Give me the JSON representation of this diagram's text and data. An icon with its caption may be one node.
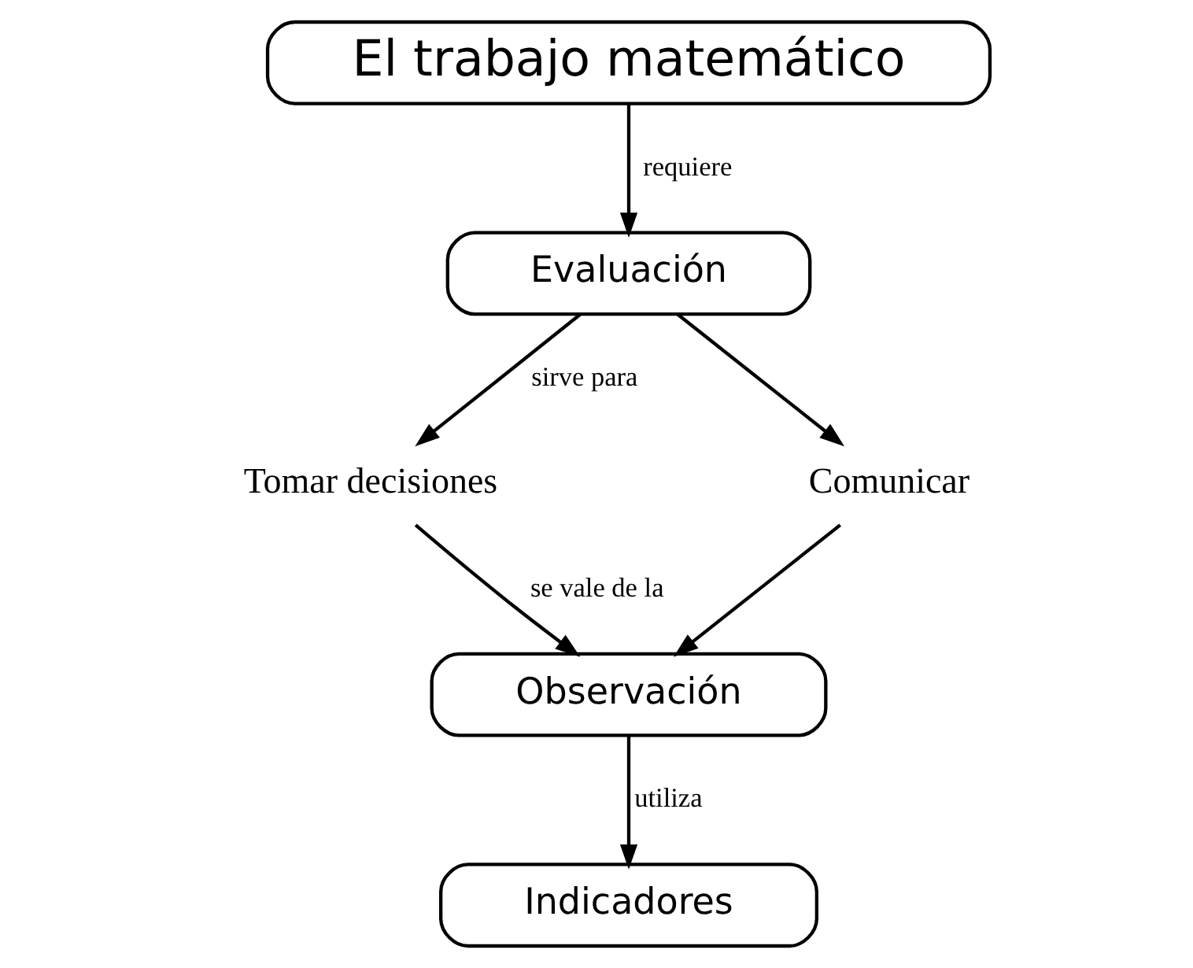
{
  "diagram": {
    "nodes": [
      {
        "text": [
          "El trabajo matemático"
        ]
      },
      {
        "text": [
          "Evaluación"
        ]
      },
      {
        "text": [
          "Tomar decisiones"
        ]
      },
      {
        "text": [
          "Comunicar"
        ]
      },
      {
        "text": [
          "Observación"
        ]
      },
      {
        "text": [
          "Indicadores"
        ]
      }
    ],
    "edges": [
      {
        "from": 0,
        "to": 1,
        "arrow": "to",
        "label": "requiere"
      },
      {
        "from": 1,
        "to": 2,
        "arrow": "to",
        "label": "sirve para"
      },
      {
        "from": 1,
        "to": 3,
        "arrow": "to"
      },
      {
        "from": 2,
        "to": 4,
        "arrow": "to",
        "label": "se vale de la"
      },
      {
        "from": 3,
        "to": 4,
        "arrow": "to"
      },
      {
        "from": 4,
        "to": 5,
        "arrow": "to",
        "label": "utiliza"
      }
    ]
  }
}
